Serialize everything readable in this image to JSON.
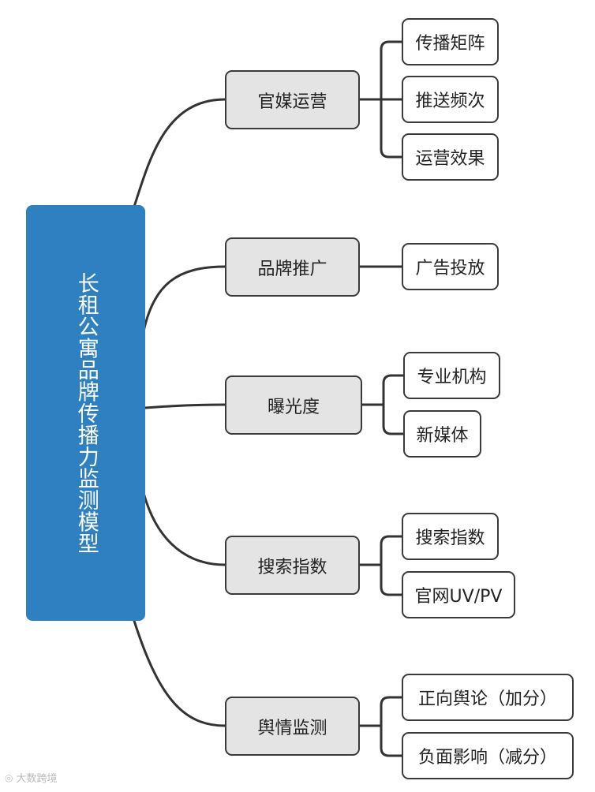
{
  "root": {
    "label": "长租公寓品牌传播力监测模型"
  },
  "branches": [
    {
      "label": "官媒运营",
      "children": [
        "传播矩阵",
        "推送频次",
        "运营效果"
      ]
    },
    {
      "label": "品牌推广",
      "children": [
        "广告投放"
      ]
    },
    {
      "label": "曝光度",
      "children": [
        "专业机构",
        "新媒体"
      ]
    },
    {
      "label": "搜索指数",
      "children": [
        "搜索指数",
        "官网UV/PV"
      ]
    },
    {
      "label": "舆情监测",
      "children": [
        "正向舆论（加分）",
        "负面影响（减分）"
      ]
    }
  ],
  "watermark": {
    "text": "大数跨境"
  }
}
